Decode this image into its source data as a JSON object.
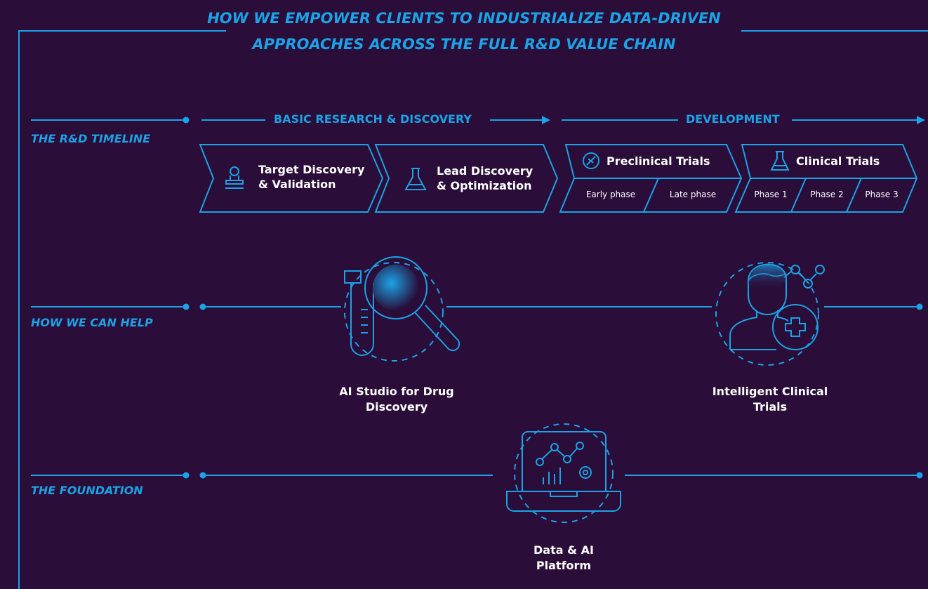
{
  "title": {
    "line1": "HOW WE EMPOWER CLIENTS TO INDUSTRIALIZE DATA-DRIVEN",
    "line2": "APPROACHES ACROSS THE FULL R&D VALUE CHAIN"
  },
  "rows": {
    "timeline": "THE R&D TIMELINE",
    "help": "HOW WE CAN HELP",
    "foundation": "THE FOUNDATION"
  },
  "phases": {
    "research": "BASIC RESEARCH & DISCOVERY",
    "development": "DEVELOPMENT"
  },
  "stages": [
    {
      "line1": "Target Discovery",
      "line2": "& Validation",
      "icon": "stamp-icon"
    },
    {
      "line1": "Lead Discovery",
      "line2": "& Optimization",
      "icon": "flask-icon"
    },
    {
      "title": "Preclinical Trials",
      "icon": "pill-icon",
      "sub": [
        "Early phase",
        "Late phase"
      ]
    },
    {
      "title": "Clinical Trials",
      "icon": "flask-icon",
      "sub": [
        "Phase 1",
        "Phase 2",
        "Phase 3"
      ]
    }
  ],
  "services": [
    {
      "line1": "AI Studio for Drug",
      "line2": "Discovery",
      "icon": "test-tube-magnifier-icon"
    },
    {
      "line1": "Intelligent Clinical",
      "line2": "Trials",
      "icon": "patient-medical-icon"
    },
    {
      "line1": "Data & AI",
      "line2": "Platform",
      "icon": "laptop-analytics-icon"
    }
  ],
  "colors": {
    "background": "#2a0d38",
    "accent": "#1aa3e6",
    "text": "#ffffff"
  }
}
